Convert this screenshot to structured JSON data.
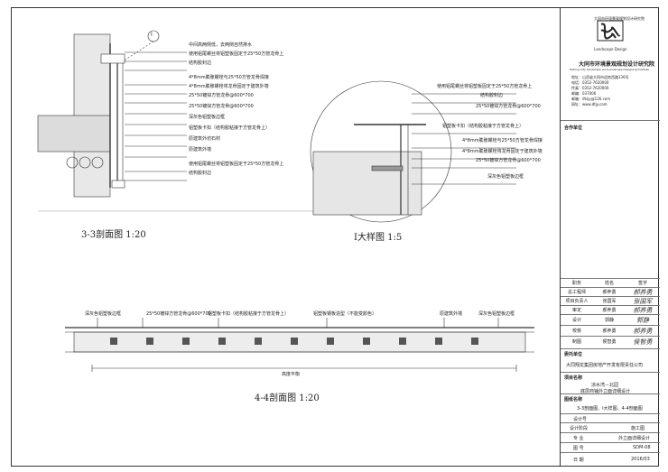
{
  "section33": {
    "caption": "3-3剖面图 1:20",
    "notes": [
      "中间高两侧低，去两侧自然排水",
      "使用铝尾螺丝将铝塑板固定于25*50方管龙骨上",
      "结构胶封边",
      "4*8mm膨胀螺栓与25*50方管龙骨焊接",
      "4*8mm膨胀螺栓将龙骨固定于建筑外墙",
      "25*50镀锌方管龙骨@600*700",
      "25*50镀锌方管龙骨@600*700",
      "深灰色铝塑板边框",
      "铝塑板卡扣（结构胶粘接于方管龙骨上）",
      "原建筑外坊石材",
      "原建筑外墙",
      "使用铝尾螺丝将铝塑板固定于25*50方管龙骨上",
      "结构胶封边"
    ],
    "callout": "I"
  },
  "detailI": {
    "caption": "I大样图 1:5",
    "notes": [
      "使用铝尾螺丝将铝塑板固定于25*50方管龙骨上",
      "结构胶封边",
      "25*50镀锌方管龙骨@600*700",
      "铝塑板卡扣（结构胶粘接于方管龙骨上）",
      "4*8mm膨胀螺栓与25*50方管龙骨焊接",
      "4*8mm膨胀螺栓将龙骨固定于建筑外墙",
      "25*50镀锌方管龙骨@600*700",
      "深灰色铝塑板边框"
    ]
  },
  "section44": {
    "caption": "4-4剖面图 1:20",
    "notes": [
      "深灰色铝塑板边框",
      "25*50镀锌方管龙骨@600*700",
      "铝塑板卡扣（结构胶粘接于方管龙骨上）",
      "铝塑板钢板造型（不能变颜色）",
      "原建筑外墙",
      "深灰色铝塑板边框"
    ],
    "dim_label": "高度平衡"
  },
  "title_block": {
    "logo_text": "大同市环境景观规划设计研究院",
    "logo_sub": "Landscape Design",
    "org_name": "大同市环境景观规划设计研究院",
    "org_en": "Datong City Landscape and Landscape Designing Institute",
    "address": "地址：山西省大同市迎宾西路136号",
    "tel": "电话：0352-7620000",
    "fax": "传真：0352-7620000",
    "zip": "邮编：037006",
    "email": "邮箱：dtsjy@126.com",
    "web": "网址：www.dtjy.com",
    "cooperation_label": "合作单位",
    "roles_header": [
      "职务",
      "姓名",
      "签字"
    ],
    "roles": [
      {
        "role": "总工程师",
        "name": "郝养勇"
      },
      {
        "role": "项目负责人",
        "name": "张国军"
      },
      {
        "role": "审定",
        "name": "郝养勇"
      },
      {
        "role": "设计",
        "name": "郭静"
      },
      {
        "role": "校核",
        "name": "郝养勇"
      },
      {
        "role": "制图",
        "name": "侯智勇"
      }
    ],
    "client_label": "委托单位",
    "client_name": "大同翔龙集团房地产开发有限责任公司",
    "project_label": "项目名称",
    "project_name": "凉水湾－北园",
    "project_sub": "底层商铺外立面详细设计",
    "drawing_label": "图纸名称",
    "drawing_name": "3-3剖面图、I大样图、4-4剖面图",
    "drawing_no_label": "设计号",
    "stage_label": "设计阶段",
    "stage_value": "施工图",
    "discipline_label": "专 业",
    "discipline_value": "外立面详细设计",
    "sheet_label": "图 号",
    "sheet_value": "SDM-08",
    "date_label": "日 期",
    "date_value": "2016/03"
  }
}
